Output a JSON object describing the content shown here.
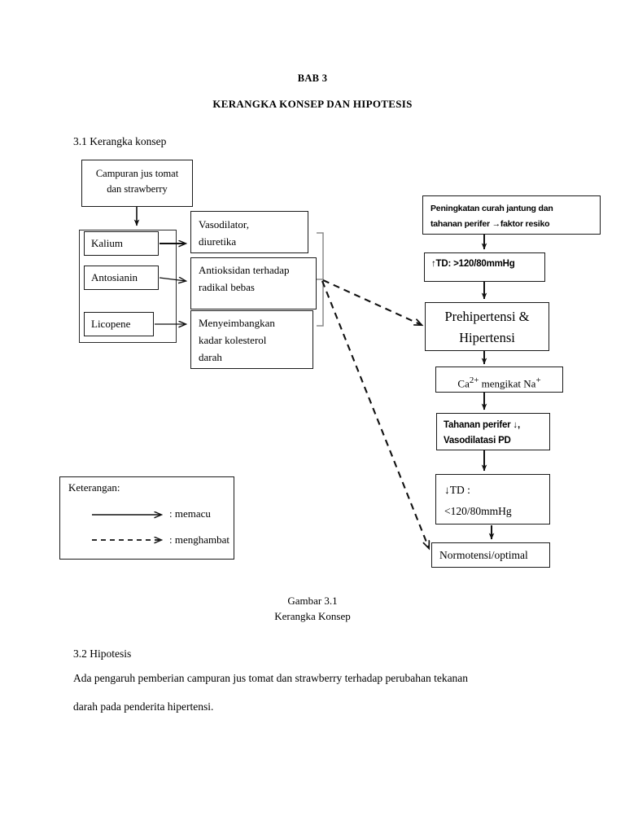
{
  "document": {
    "chapter_label": "BAB 3",
    "title": "KERANGKA KONSEP DAN HIPOTESIS",
    "section_3_1": "3.1 Kerangka konsep",
    "section_3_2": "3.2 Hipotesis",
    "figure_caption": "Gambar  3.1\nKerangka Konsep",
    "hypothesis_line_1": "Ada pengaruh pemberian campuran jus tomat dan strawberry terhadap perubahan tekanan",
    "hypothesis_line_2": "darah pada penderita hipertensi."
  },
  "diagram": {
    "source_box": "Campuran jus tomat\ndan strawberry",
    "ingredients": [
      {
        "label": "Kalium"
      },
      {
        "label": "Antosianin"
      },
      {
        "label": "Licopene"
      }
    ],
    "effects": [
      {
        "label": "Vasodilator,\ndiuretika"
      },
      {
        "label": "Antioksidan terhadap\nradikal bebas"
      },
      {
        "label": "Menyeimbangkan\nkadar kolesterol\ndarah"
      }
    ],
    "pathway": [
      {
        "label": "Peningkatan curah jantung dan\ntahanan perifer →faktor resiko"
      },
      {
        "label": "↑TD: >120/80mmHg"
      },
      {
        "label": "Prehipertensi &\nHipertensi"
      },
      {
        "label": "Ca2+ mengikat Na+"
      },
      {
        "label": "Tahanan perifer ↓,\nVasodilatasi PD"
      },
      {
        "label": "↓TD :\n\n<120/80mmHg"
      },
      {
        "label": "Normotensi/optimal"
      }
    ],
    "ca_na_parts": {
      "ca": "Ca",
      "ca_sup": "2+",
      "mid": " mengikat Na",
      "na_sup": "+"
    },
    "td_turun_line_1": "↓TD :",
    "td_turun_line_2": "<120/80mmHg"
  },
  "legend": {
    "title": "Keterangan:",
    "items": [
      {
        "arrow": "solid-arrow-icon",
        "label": ": memacu"
      },
      {
        "arrow": "dashed-arrow-icon",
        "label": ": menghambat"
      }
    ]
  },
  "colors": {
    "ink": "#000000",
    "box_border": "#1a1a1a",
    "bracket": "#8c8c8c",
    "page_background": "#ffffff"
  }
}
